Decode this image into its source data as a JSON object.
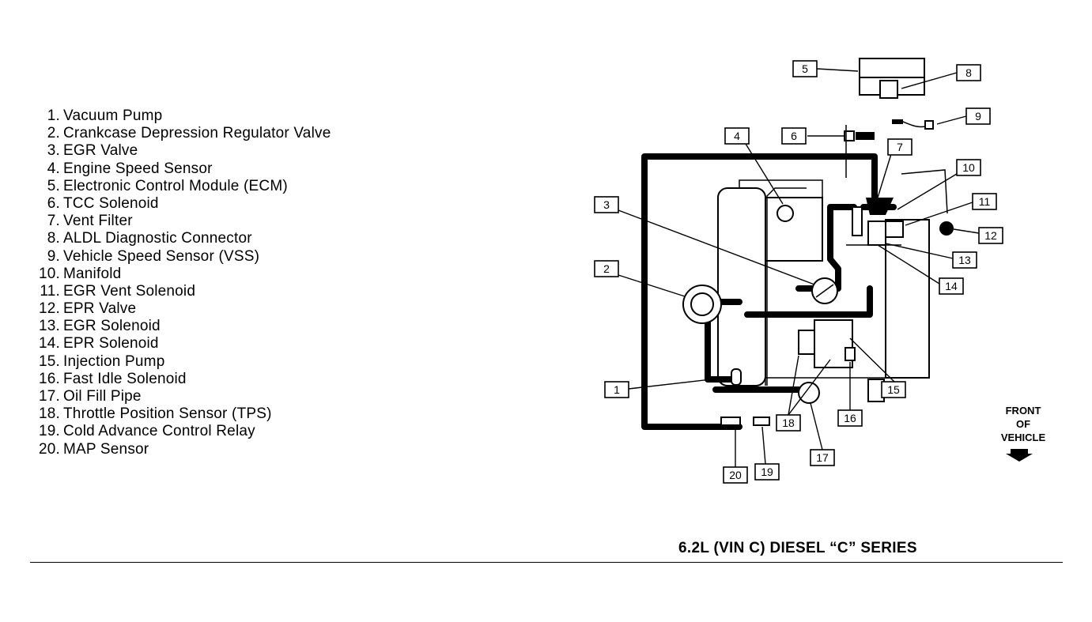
{
  "legend": [
    {
      "num": "1.",
      "label": "Vacuum Pump"
    },
    {
      "num": "2.",
      "label": "Crankcase Depression Regulator Valve"
    },
    {
      "num": "3.",
      "label": "EGR Valve"
    },
    {
      "num": "4.",
      "label": "Engine Speed Sensor"
    },
    {
      "num": "5.",
      "label": "Electronic Control Module (ECM)"
    },
    {
      "num": "6.",
      "label": "TCC Solenoid"
    },
    {
      "num": "7.",
      "label": "Vent Filter"
    },
    {
      "num": "8.",
      "label": "ALDL Diagnostic Connector"
    },
    {
      "num": "9.",
      "label": "Vehicle Speed Sensor (VSS)"
    },
    {
      "num": "10.",
      "label": "Manifold"
    },
    {
      "num": "11.",
      "label": "EGR Vent Solenoid"
    },
    {
      "num": "12.",
      "label": "EPR Valve"
    },
    {
      "num": "13.",
      "label": "EGR Solenoid"
    },
    {
      "num": "14.",
      "label": "EPR Solenoid"
    },
    {
      "num": "15.",
      "label": "Injection Pump"
    },
    {
      "num": "16.",
      "label": "Fast Idle Solenoid"
    },
    {
      "num": "17.",
      "label": "Oil Fill Pipe"
    },
    {
      "num": "18.",
      "label": "Throttle Position Sensor (TPS)"
    },
    {
      "num": "19.",
      "label": "Cold Advance Control Relay"
    },
    {
      "num": "20.",
      "label": "MAP Sensor"
    }
  ],
  "callouts": [
    "1",
    "2",
    "3",
    "4",
    "5",
    "6",
    "7",
    "8",
    "9",
    "10",
    "11",
    "12",
    "13",
    "14",
    "15",
    "16",
    "17",
    "18",
    "19",
    "20"
  ],
  "front": {
    "line1": "FRONT",
    "line2": "OF",
    "line3": "VEHICLE"
  },
  "caption": "6.2L (VIN C) DIESEL “C” SERIES"
}
